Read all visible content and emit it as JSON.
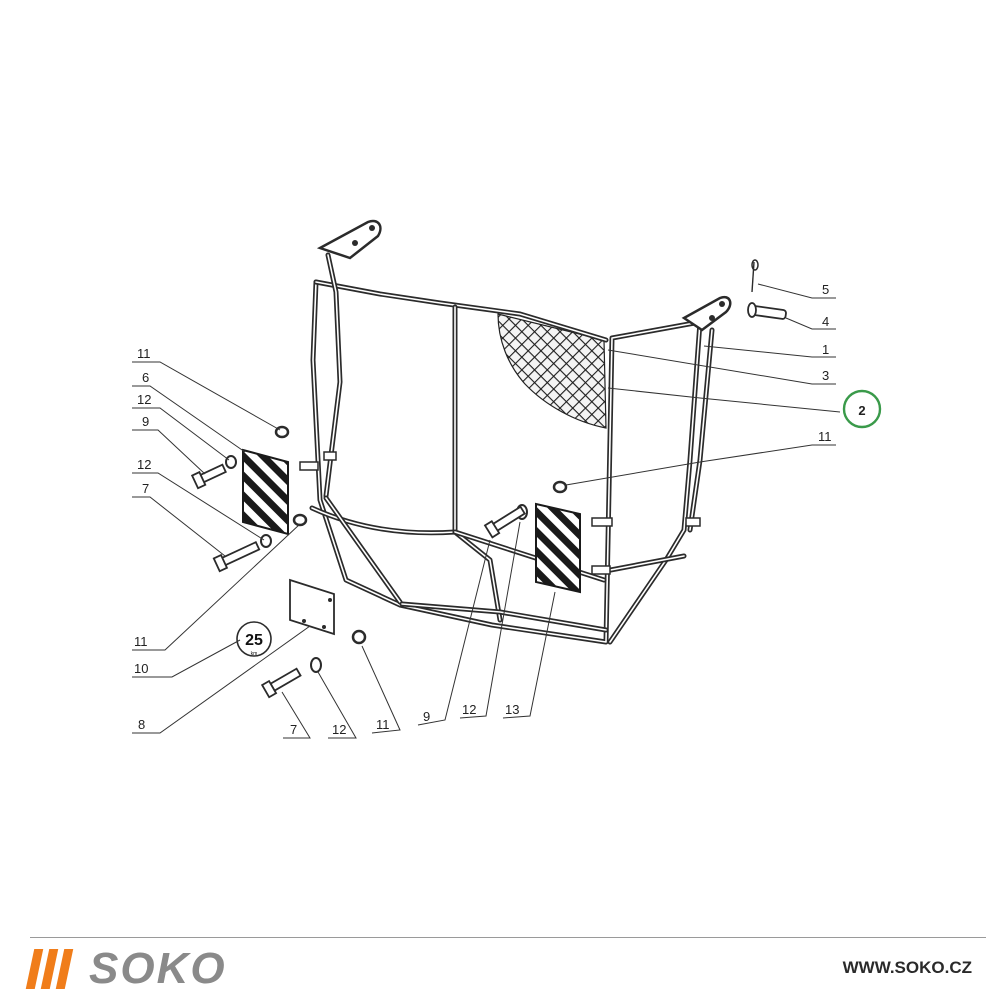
{
  "diagram": {
    "callouts": [
      {
        "id": "c5",
        "text": "5"
      },
      {
        "id": "c4",
        "text": "4"
      },
      {
        "id": "c1",
        "text": "1"
      },
      {
        "id": "c3",
        "text": "3"
      },
      {
        "id": "c2",
        "text": "2"
      },
      {
        "id": "c11r",
        "text": "11"
      },
      {
        "id": "c11a",
        "text": "11"
      },
      {
        "id": "c6",
        "text": "6"
      },
      {
        "id": "c12a",
        "text": "12"
      },
      {
        "id": "c9a",
        "text": "9"
      },
      {
        "id": "c12b",
        "text": "12"
      },
      {
        "id": "c7a",
        "text": "7"
      },
      {
        "id": "c11b",
        "text": "11"
      },
      {
        "id": "c10",
        "text": "10"
      },
      {
        "id": "c8",
        "text": "8"
      },
      {
        "id": "c7b",
        "text": "7"
      },
      {
        "id": "c12c",
        "text": "12"
      },
      {
        "id": "c11c",
        "text": "11"
      },
      {
        "id": "c9b",
        "text": "9"
      },
      {
        "id": "c12d",
        "text": "12"
      },
      {
        "id": "c13",
        "text": "13"
      }
    ],
    "speed_sign": {
      "number": "25",
      "unit": "km"
    },
    "highlight_color": "#3a9a4a"
  },
  "footer": {
    "brand": "SOKO",
    "website": "WWW.SOKO.CZ",
    "brand_color": "#8a8a8a",
    "accent_color": "#f07d1a"
  }
}
